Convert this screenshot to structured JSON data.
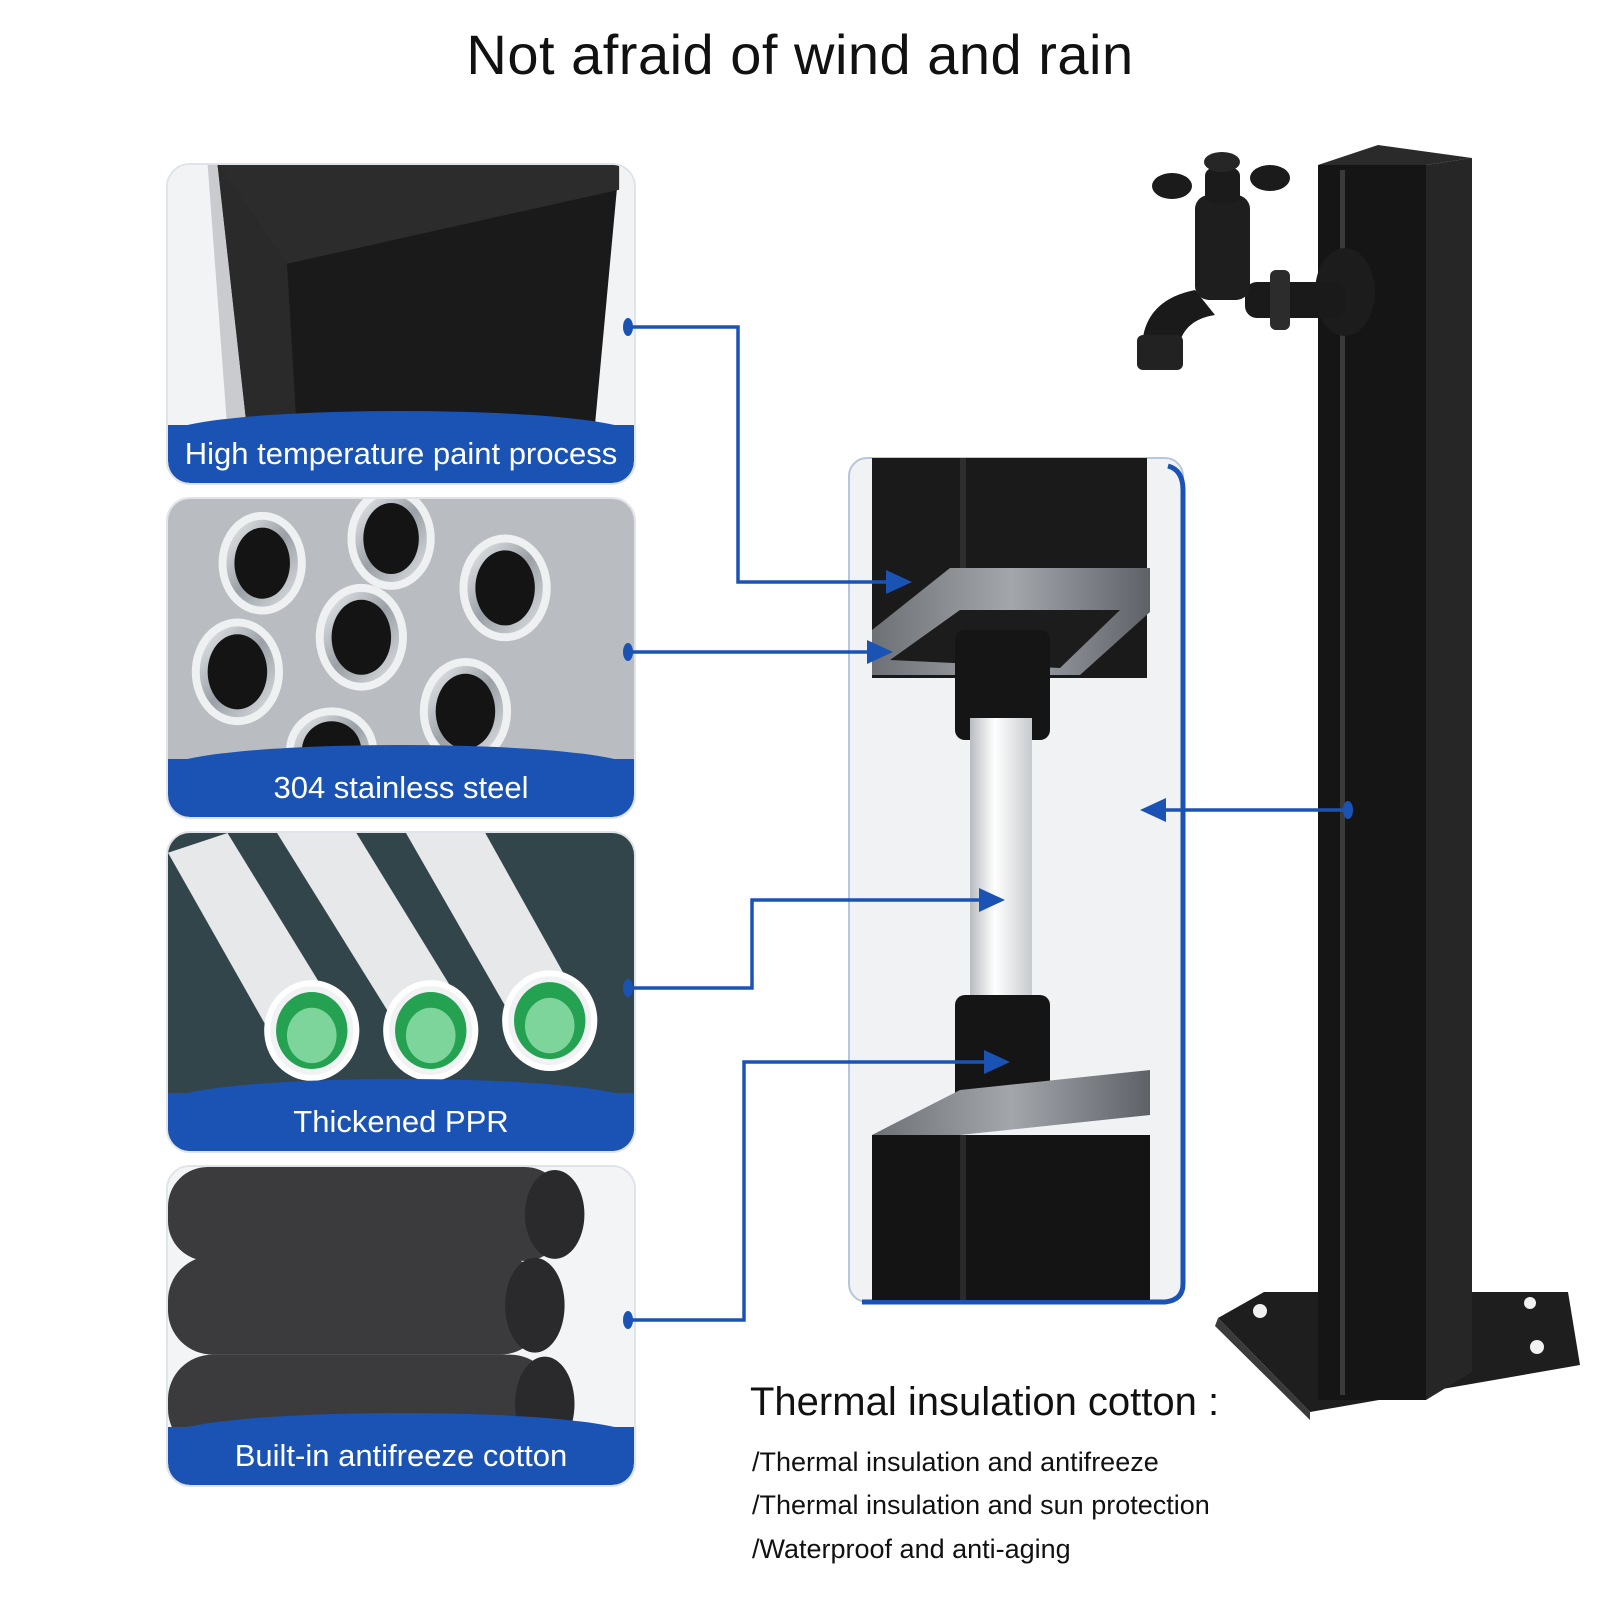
{
  "title": "Not afraid of wind and rain",
  "features": [
    {
      "label": "High temperature paint process"
    },
    {
      "label": "304 stainless steel"
    },
    {
      "label": "Thickened PPR"
    },
    {
      "label": "Built-in antifreeze cotton"
    }
  ],
  "thermal": {
    "title": "Thermal insulation cotton :",
    "lines": [
      "/Thermal insulation and antifreeze",
      "/Thermal insulation and sun protection",
      "/Waterproof and anti-aging"
    ]
  },
  "colors": {
    "accent": "#1b53b5",
    "post": "#1c1c1c",
    "steel": "#8d9196"
  }
}
